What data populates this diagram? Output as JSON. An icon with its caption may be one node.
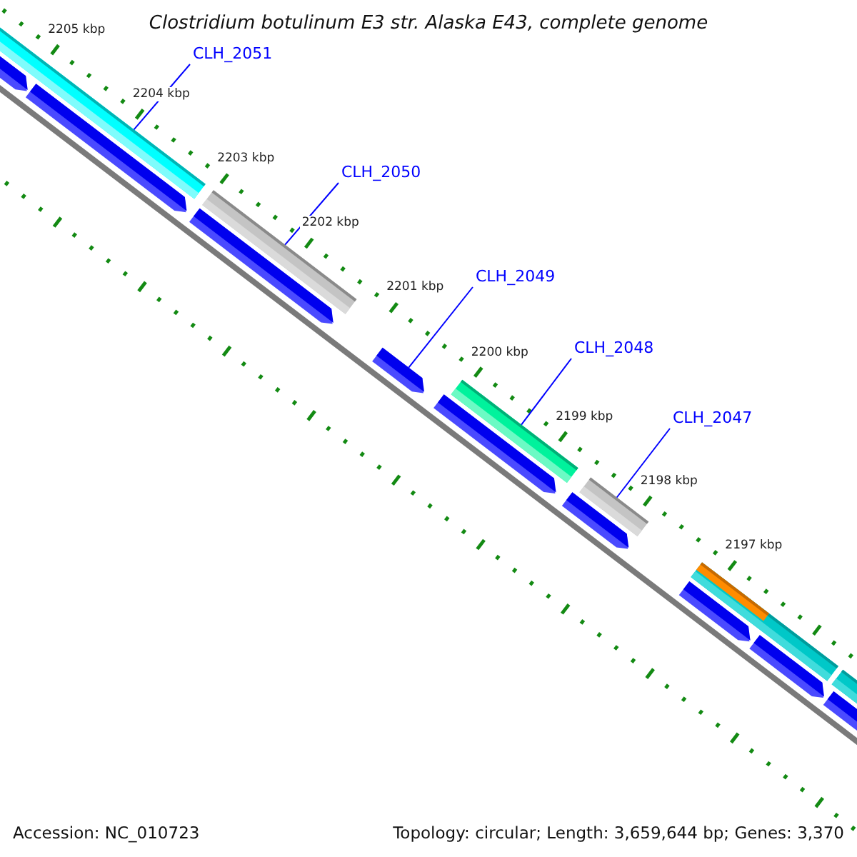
{
  "diagram": {
    "title": "Clostridium botulinum E3 str. Alaska E43, complete genome",
    "nodes": [
      {
        "text": [
          "CLH_2051"
        ]
      },
      {
        "text": [],
        "shape": "bar"
      },
      {
        "text": [
          "CLH_2050"
        ]
      },
      {
        "text": [],
        "shape": "bar"
      },
      {
        "text": [
          "CLH_2049"
        ]
      },
      {
        "text": [],
        "shape": "bar"
      },
      {
        "text": [
          "CLH_2048"
        ]
      },
      {
        "text": [],
        "shape": "bar"
      },
      {
        "text": [
          "CLH_2047"
        ]
      },
      {
        "text": [],
        "shape": "bar"
      }
    ],
    "edges": [
      {
        "from": 0,
        "to": 1,
        "arrow": "none"
      },
      {
        "from": 2,
        "to": 3,
        "arrow": "none"
      },
      {
        "from": 4,
        "to": 5,
        "arrow": "none"
      },
      {
        "from": 6,
        "to": 7,
        "arrow": "none"
      },
      {
        "from": 8,
        "to": 9,
        "arrow": "none"
      }
    ],
    "labels": [
      "2205 kbp",
      "2204 kbp",
      "2203 kbp",
      "2202 kbp",
      "2201 kbp",
      "2200 kbp",
      "2199 kbp",
      "2198 kbp",
      "2197 kbp",
      "Accession: NC_010723",
      "Topology: circular; Length: 3,659,644 bp; Genes: 3,370"
    ]
  }
}
